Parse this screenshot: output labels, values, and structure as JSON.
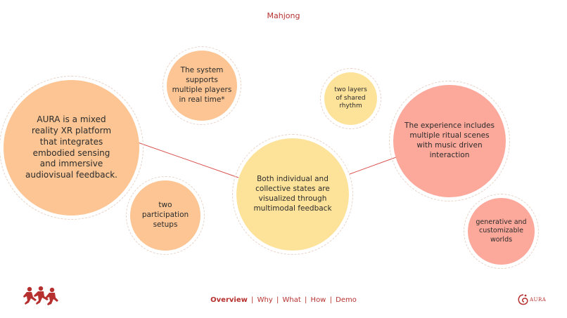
{
  "page": {
    "title": "Mahjong"
  },
  "bubbles": {
    "main": "AURA is a mixed reality XR platform that integrates embodied sensing and immersive audiovisual feedback.",
    "system": "The system supports multiple players in real time*",
    "setups": "two participation setups",
    "center": "Both individual and collective states are visualized through multimodal feedback",
    "layers": "two layers of shared rhythm",
    "experience": "The experience includes multiple ritual scenes with music driven interaction",
    "worlds": "generative and customizable worlds"
  },
  "nav": {
    "items": [
      "Overview",
      "Why",
      "What",
      "How",
      "Demo"
    ],
    "active": "Overview",
    "separator": "|"
  },
  "brand": {
    "name": "AURA"
  },
  "colors": {
    "accent": "#b5302e",
    "orange": "#fcc593",
    "yellow": "#fde39a",
    "salmon": "#fca89b",
    "link_line": "#d9534f"
  },
  "icons": [
    "running-figures-logo-icon",
    "aura-swirl-logo-icon"
  ]
}
